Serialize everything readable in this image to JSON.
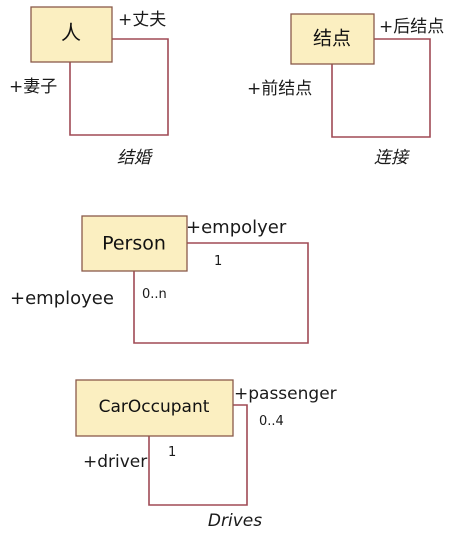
{
  "diagrams": [
    {
      "class_name": "人",
      "end1_role": "+丈夫",
      "end2_role": "+妻子",
      "association_name": "结婚"
    },
    {
      "class_name": "结点",
      "end1_role": "+后结点",
      "end2_role": "+前结点",
      "association_name": "连接"
    },
    {
      "class_name": "Person",
      "end1_role": "+empolyer",
      "end1_multiplicity": "1",
      "end2_role": "+employee",
      "end2_multiplicity": "0..n"
    },
    {
      "class_name": "CarOccupant",
      "end1_role": "+passenger",
      "end1_multiplicity": "0..4",
      "end2_role": "+driver",
      "end2_multiplicity": "1",
      "association_name": "Drives"
    }
  ],
  "colors": {
    "box_fill": "#fbefc1",
    "box_stroke": "#8a5a4a",
    "line": "#a04a55"
  }
}
